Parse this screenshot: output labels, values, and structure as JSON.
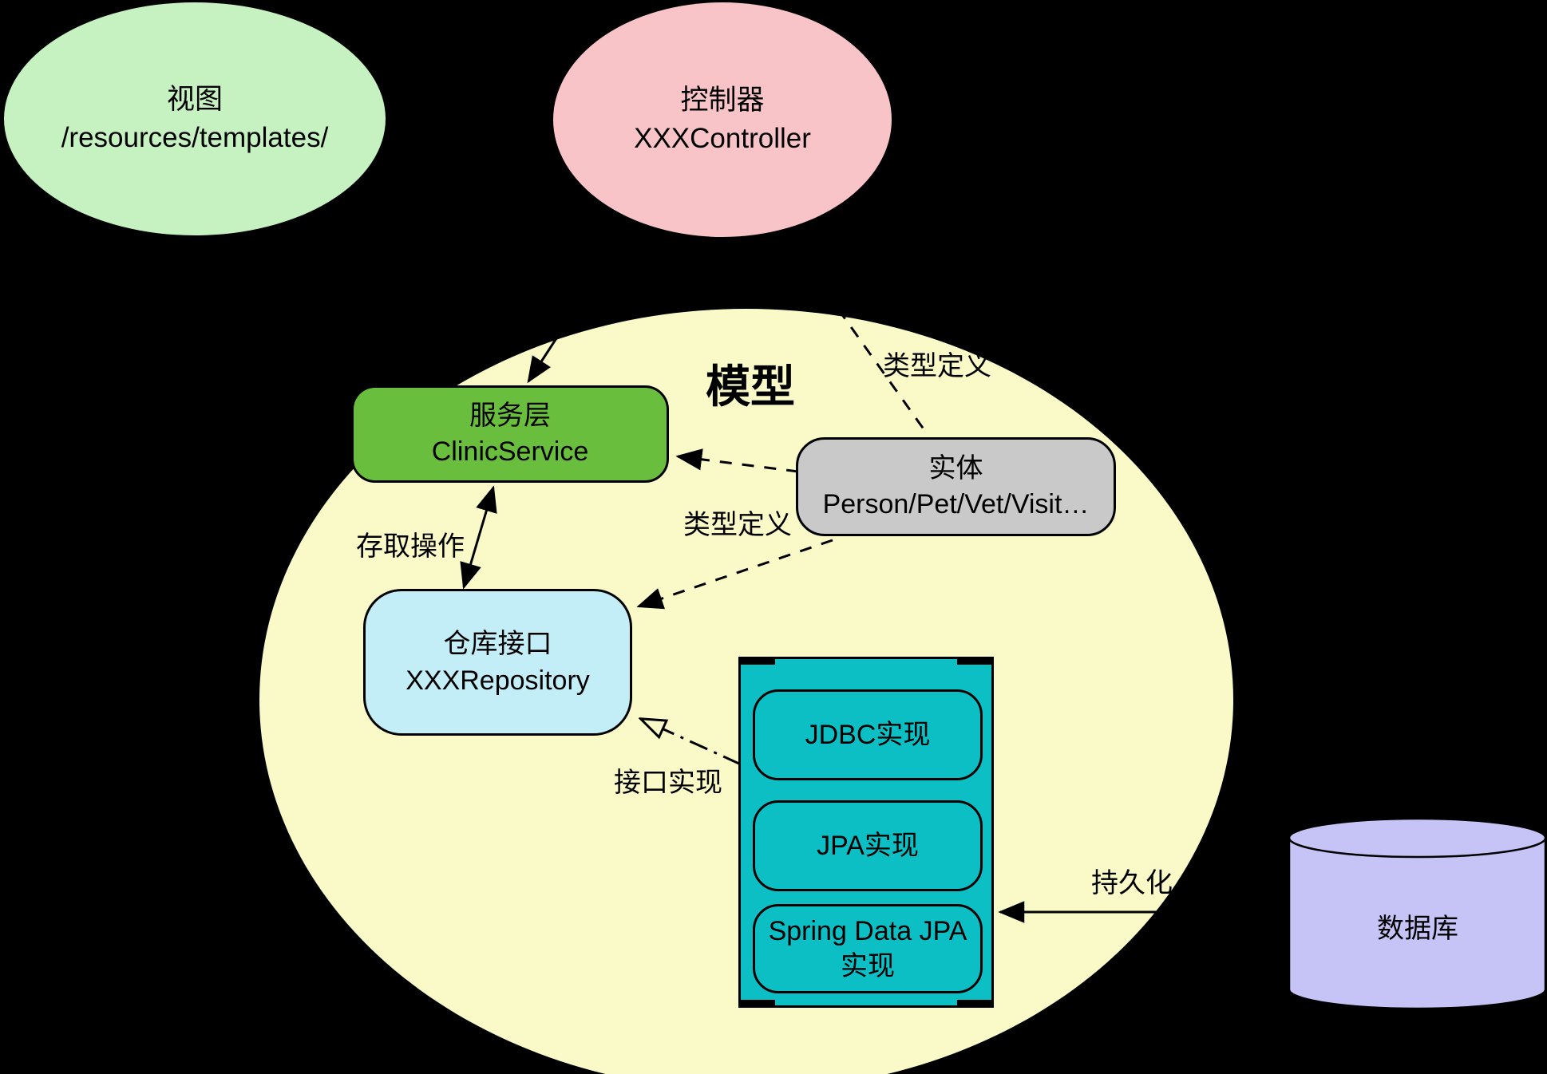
{
  "model_region": {
    "label": "模型"
  },
  "nodes": {
    "view": {
      "line1": "视图",
      "line2": "/resources/templates/"
    },
    "controller": {
      "line1": "控制器",
      "line2": "XXXController"
    },
    "service": {
      "line1": "服务层",
      "line2": "ClinicService"
    },
    "entity": {
      "line1": "实体",
      "line2": "Person/Pet/Vet/Visit…"
    },
    "repository": {
      "line1": "仓库接口",
      "line2": "XXXRepository"
    },
    "jdbc_impl": {
      "label": "JDBC实现"
    },
    "jpa_impl": {
      "label": "JPA实现"
    },
    "spring_data_jpa_impl": {
      "line1": "Spring Data JPA",
      "line2": "实现"
    },
    "database": {
      "label": "数据库"
    }
  },
  "edge_labels": {
    "type_definition_top": "类型定义",
    "type_definition_mid": "类型定义",
    "access_operations": "存取操作",
    "interface_implementation": "接口实现",
    "persistence": "持久化"
  },
  "colors": {
    "background": "#000000",
    "view_fill": "#c6f2c2",
    "controller_fill": "#f9c4c8",
    "model_fill": "#fafac9",
    "service_fill": "#69be3d",
    "entity_fill": "#c9c9c9",
    "repository_fill": "#c3eef8",
    "impl_fill": "#0cbfc4",
    "database_fill": "#c6c3f7",
    "line_color": "#000000"
  }
}
